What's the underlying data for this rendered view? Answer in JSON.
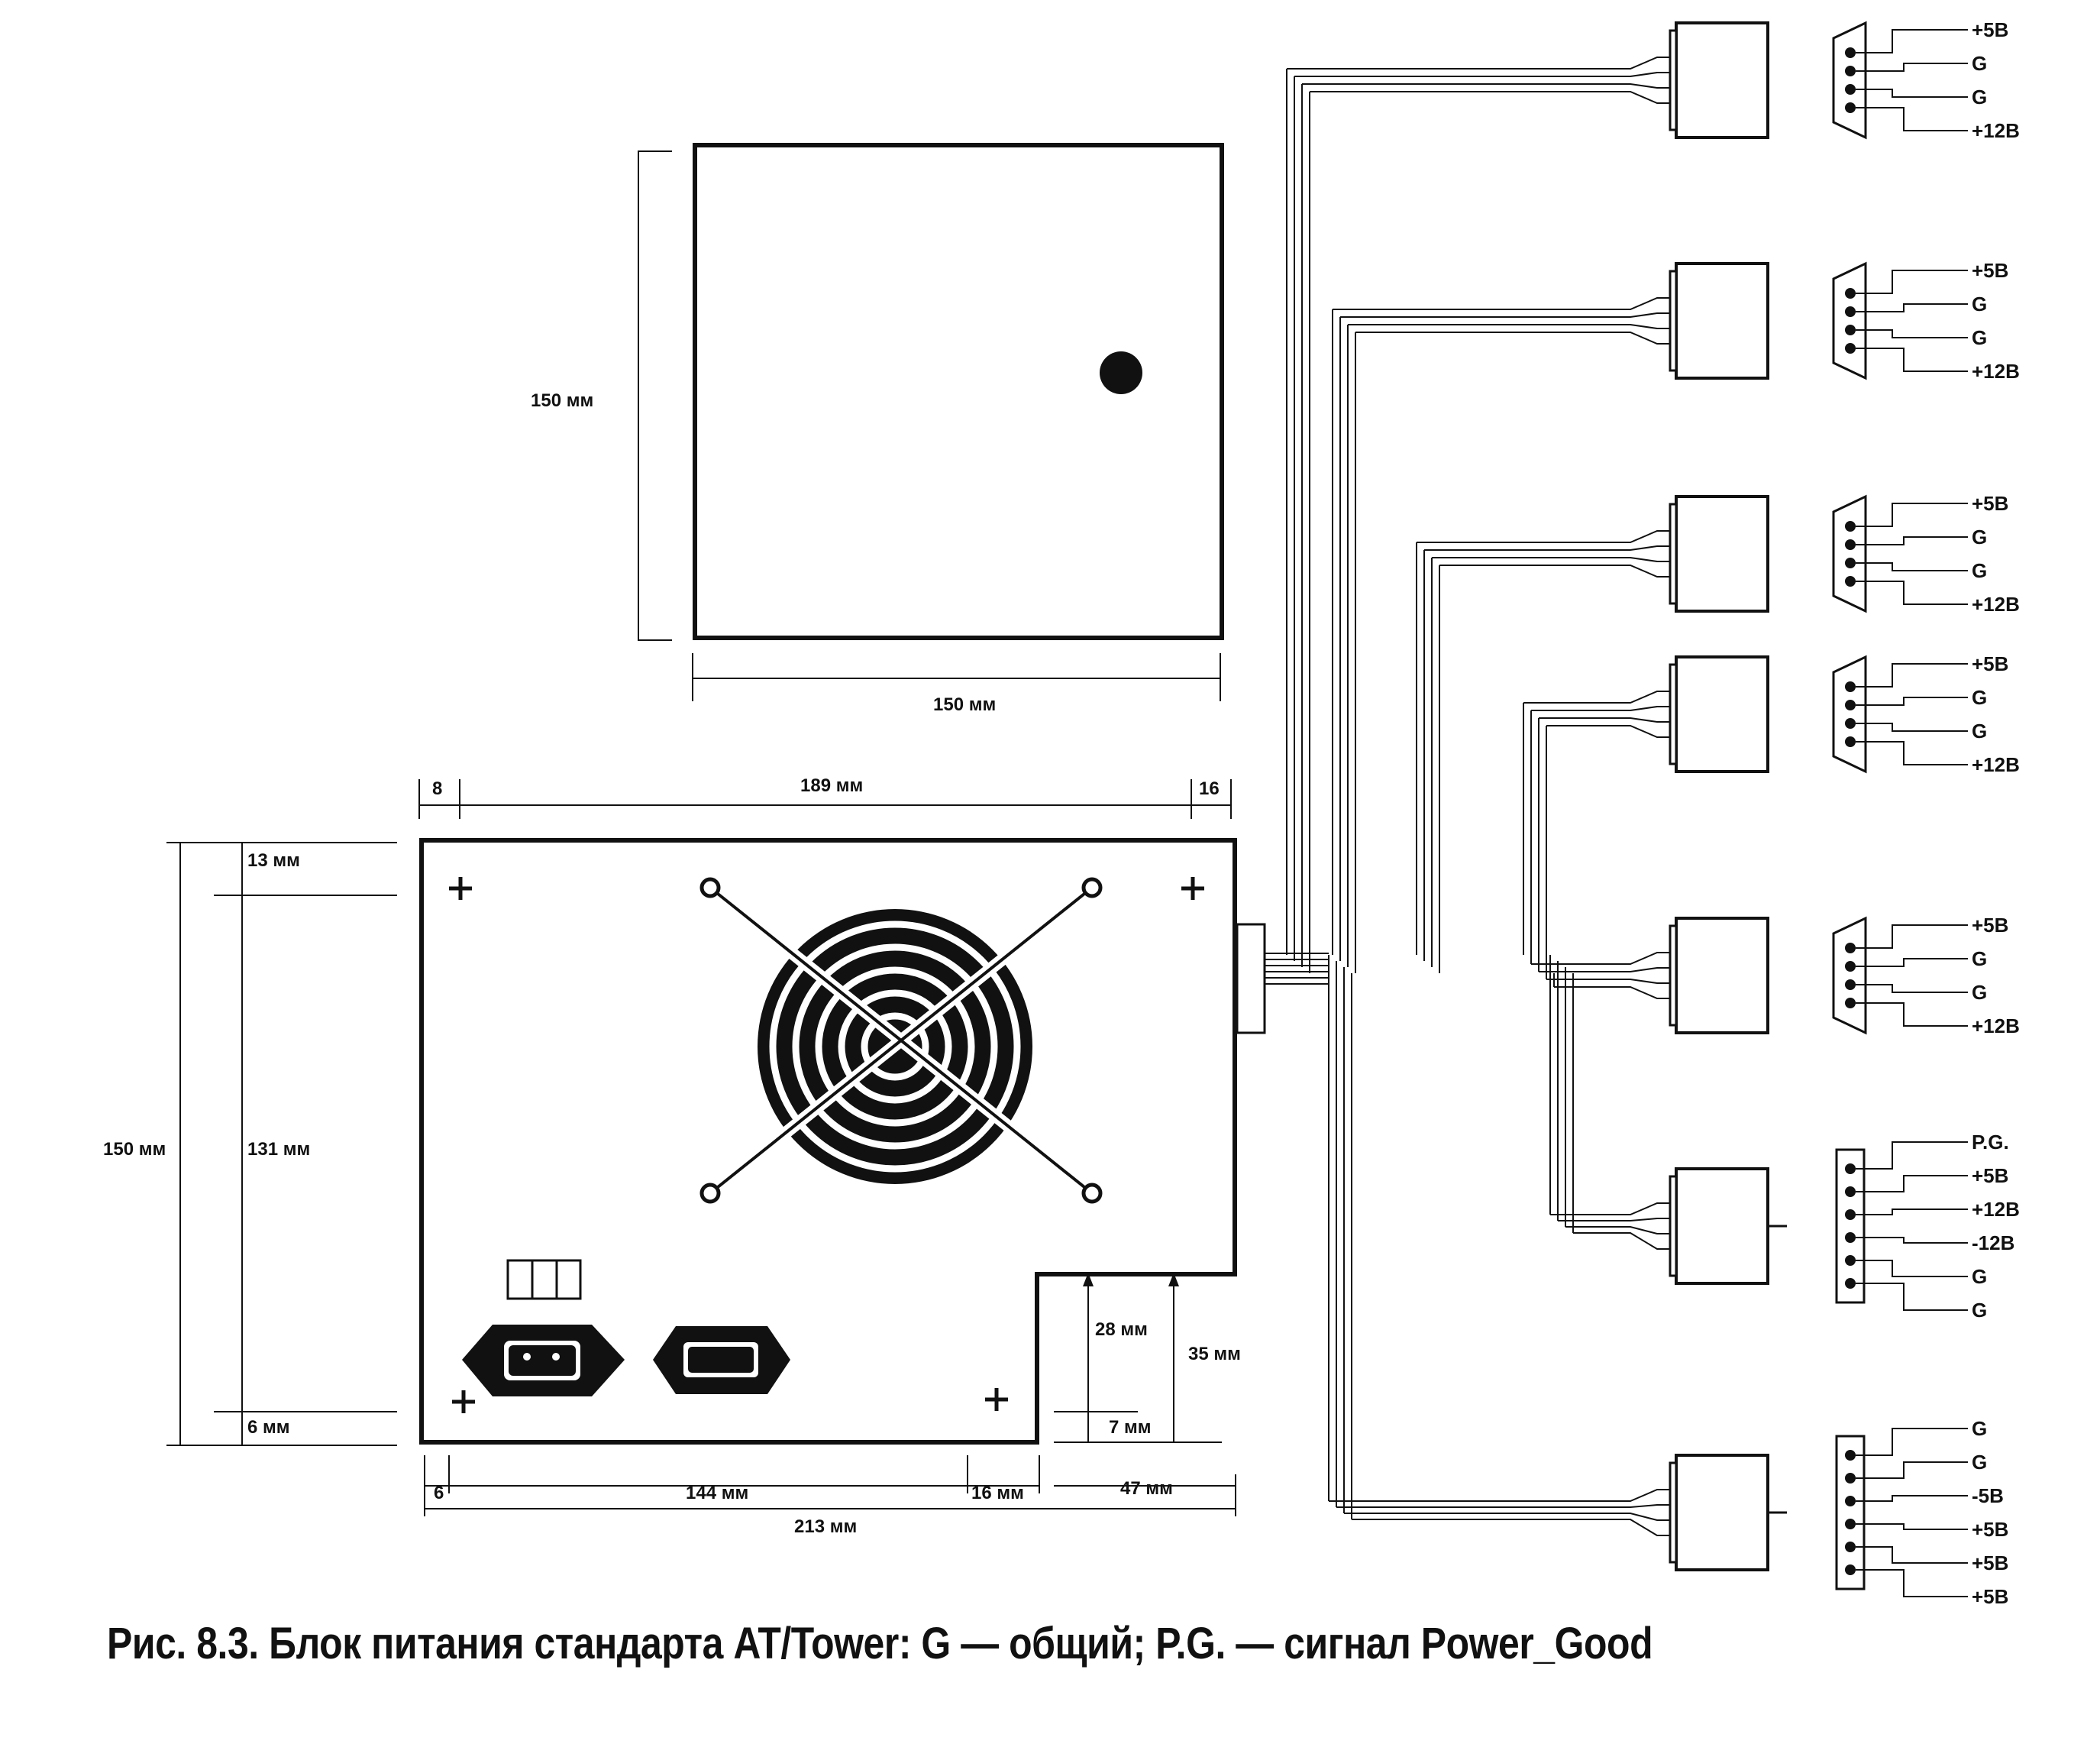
{
  "top_view": {
    "height_label": "150 мм",
    "width_label": "150 мм"
  },
  "rear_view": {
    "dims": {
      "left_margin": "8",
      "top_width": "189 мм",
      "right_margin": "16",
      "overall_height": "150 мм",
      "top_offset": "13 мм",
      "inner_height": "131 мм",
      "bottom_offset": "6 мм",
      "bottom_left": "6",
      "bottom_main": "144 мм",
      "bottom_step": "16 мм",
      "notch_width": "47 мм",
      "overall_width": "213 мм",
      "notch_28": "28 мм",
      "notch_35": "35 мм",
      "notch_7": "7 мм"
    }
  },
  "connectors": [
    {
      "pins": [
        "+5В",
        "G",
        "G",
        "+12В"
      ]
    },
    {
      "pins": [
        "+5В",
        "G",
        "G",
        "+12В"
      ]
    },
    {
      "pins": [
        "+5В",
        "G",
        "G",
        "+12В"
      ]
    },
    {
      "pins": [
        "+5В",
        "G",
        "G",
        "+12В"
      ]
    },
    {
      "pins": [
        "+5В",
        "G",
        "G",
        "+12В"
      ]
    },
    {
      "pins": [
        "P.G.",
        "+5В",
        "+12В",
        "-12В",
        "G",
        "G"
      ]
    },
    {
      "pins": [
        "G",
        "G",
        "-5В",
        "+5В",
        "+5В",
        "+5В"
      ]
    }
  ],
  "caption": "Рис. 8.3. Блок питания стандарта AT/Tower: G — общий; P.G. — сигнал Power_Good"
}
